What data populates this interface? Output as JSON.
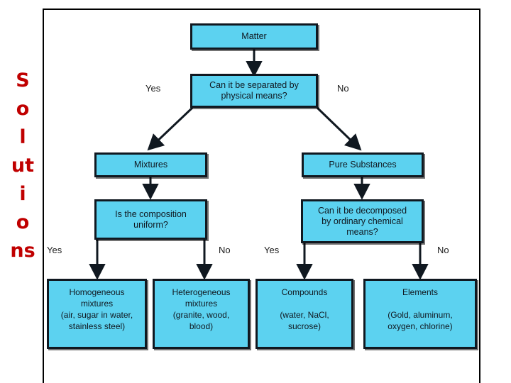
{
  "slide": {
    "side_word": "Solutions",
    "side_word_chars": [
      "S",
      "o",
      "l",
      "ut",
      "i",
      "o",
      "ns"
    ],
    "colors": {
      "node_fill": "#5cd2f0",
      "node_border": "#101820",
      "side_word": "#c00000",
      "frame_border": "#000000",
      "text": "#101820"
    }
  },
  "flowchart": {
    "type": "classification-tree",
    "title": "Matter classification flowchart",
    "nodes": {
      "matter": "Matter",
      "q_separate": "Can it be separated by\nphysical means?",
      "mixtures": "Mixtures",
      "pure_substances": "Pure Substances",
      "q_uniform": "Is the composition\nuniform?",
      "q_decompose": "Can it be decomposed\nby ordinary chemical\nmeans?",
      "homogeneous": "Homogeneous\nmixtures\n(air, sugar in water,\nstainless steel)",
      "heterogeneous": "Heterogeneous\nmixtures\n(granite, wood,\nblood)",
      "compounds": "Compounds\n\n(water, NaCl,\nsucrose)",
      "elements": "Elements\n\n(Gold, aluminum,\noxygen, chlorine)"
    },
    "edge_labels": {
      "separate_yes": "Yes",
      "separate_no": "No",
      "uniform_yes": "Yes",
      "uniform_no": "No",
      "decompose_yes": "Yes",
      "decompose_no": "No"
    }
  }
}
